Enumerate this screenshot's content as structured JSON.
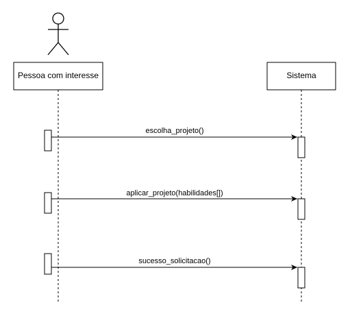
{
  "diagram": {
    "type": "sequence",
    "actor": {
      "label": "Pessoa com interesse",
      "icon": "stick-figure-icon"
    },
    "system": {
      "label": "Sistema"
    },
    "messages": [
      {
        "label": "escolha_projeto()"
      },
      {
        "label": "aplicar_projeto(habilidades[])"
      },
      {
        "label": "sucesso_solicitacao()"
      }
    ],
    "colors": {
      "stroke": "#000000",
      "fill": "#ffffff",
      "text": "#000000"
    }
  }
}
